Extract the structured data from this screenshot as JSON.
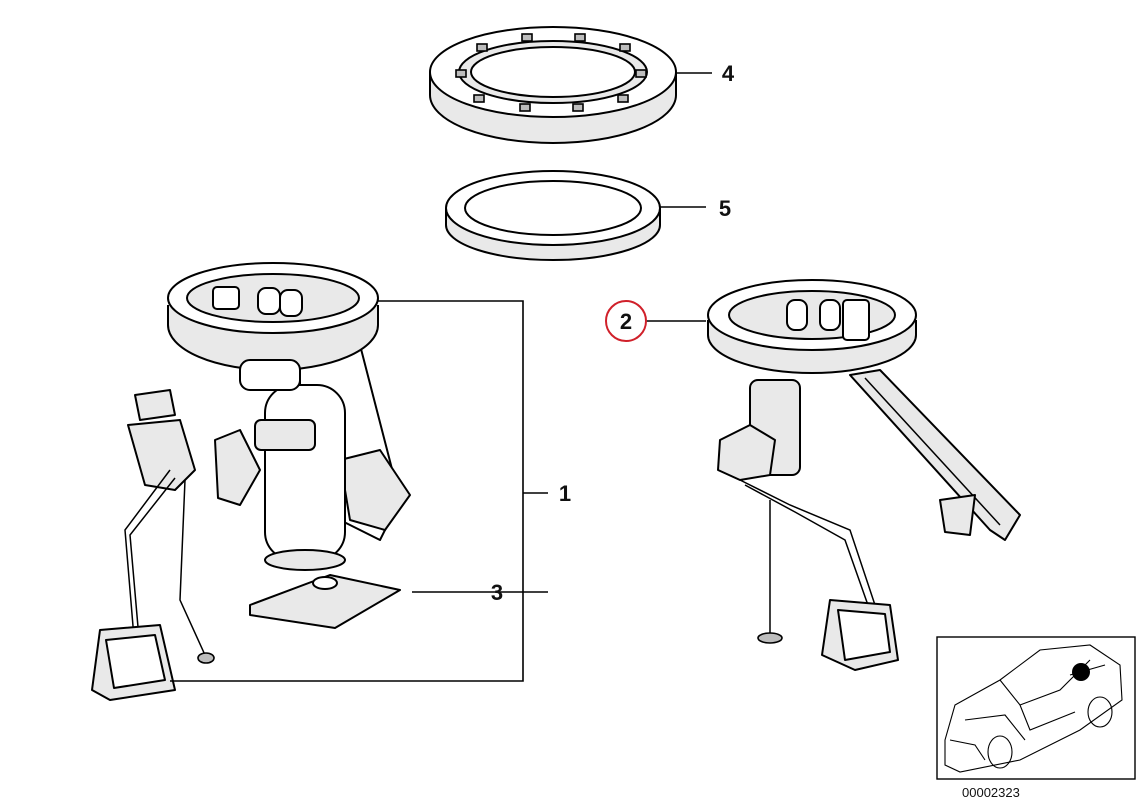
{
  "diagram": {
    "callouts": [
      {
        "id": "1",
        "text": "1"
      },
      {
        "id": "2",
        "text": "2",
        "highlighted": true
      },
      {
        "id": "3",
        "text": "3"
      },
      {
        "id": "4",
        "text": "4"
      },
      {
        "id": "5",
        "text": "5"
      }
    ],
    "image_number": "00002323",
    "colors": {
      "line": "#000000",
      "highlight": "#d0202a",
      "background": "#ffffff"
    }
  }
}
